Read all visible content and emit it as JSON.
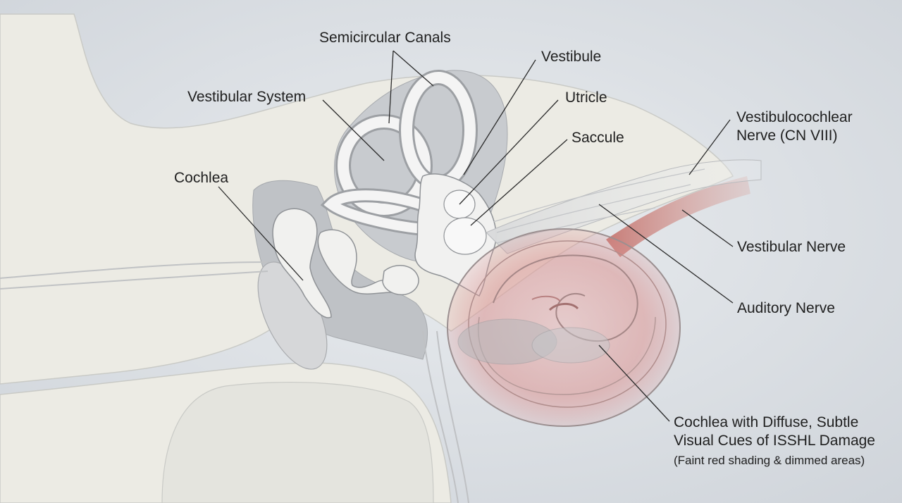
{
  "diagram": {
    "labels": {
      "semicircular_canals": "Semicircular Canals",
      "vestibule": "Vestibule",
      "vestibular_system": "Vestibular System",
      "utricle": "Utricle",
      "saccule": "Saccule",
      "vestibulocochlear_nerve_line1": "Vestibulocochlear",
      "vestibulocochlear_nerve_line2": "Nerve (CN VIII)",
      "cochlea": "Cochlea",
      "vestibular_nerve": "Vestibular Nerve",
      "auditory_nerve": "Auditory Nerve",
      "cochlea_damage_line1": "Cochlea with Diffuse, Subtle",
      "cochlea_damage_line2": "Visual Cues of ISSHL Damage",
      "cochlea_damage_note": "(Faint red shading & dimmed areas)"
    },
    "colors": {
      "background": "#dfe3e8",
      "bone": "#ecebe4",
      "membrane": "#f4f4f4",
      "membrane_outline": "#9a9da1",
      "cavity": "#b9bcc0",
      "damage_red": "#d98c8c",
      "vestibular_nerve_red": "#c4706a"
    }
  }
}
